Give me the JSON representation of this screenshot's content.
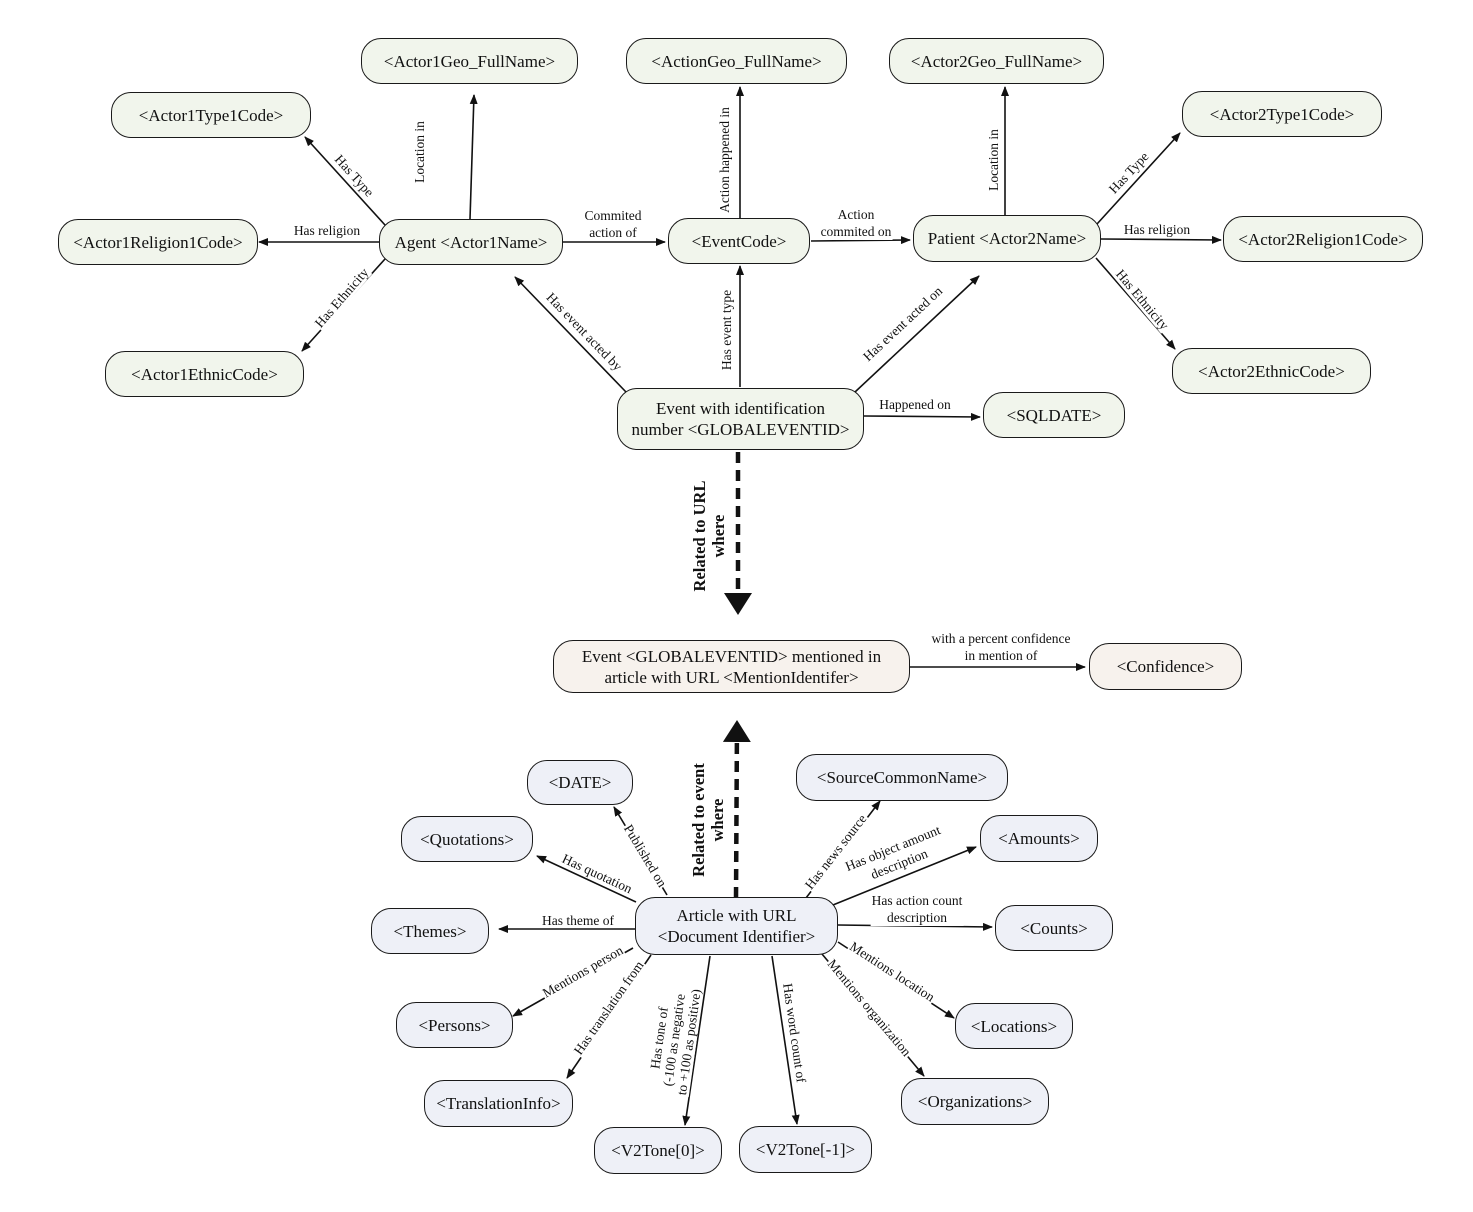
{
  "nodes": {
    "actor1geo": "<Actor1Geo_FullName>",
    "actiongeo": "<ActionGeo_FullName>",
    "actor2geo": "<Actor2Geo_FullName>",
    "actor1type": "<Actor1Type1Code>",
    "actor2type": "<Actor2Type1Code>",
    "actor1religion": "<Actor1Religion1Code>",
    "agent": "Agent <Actor1Name>",
    "eventcode": "<EventCode>",
    "patient": "Patient <Actor2Name>",
    "actor2religion": "<Actor2Religion1Code>",
    "actor1ethnic": "<Actor1EthnicCode>",
    "actor2ethnic": "<Actor2EthnicCode>",
    "event_line1": "Event with identification",
    "event_line2": "number <GLOBALEVENTID>",
    "sqldate": "<SQLDATE>",
    "mention_line1": "Event <GLOBALEVENTID> mentioned in",
    "mention_line2": "article with URL <MentionIdentifer>",
    "confidence": "<Confidence>",
    "date": "<DATE>",
    "sourcecommonname": "<SourceCommonName>",
    "quotations": "<Quotations>",
    "amounts": "<Amounts>",
    "article_line1": "Article with URL",
    "article_line2": "<Document Identifier>",
    "themes": "<Themes>",
    "counts": "<Counts>",
    "persons": "<Persons>",
    "locations": "<Locations>",
    "translationinfo": "<TranslationInfo>",
    "organizations": "<Organizations>",
    "v2tone0": "<V2Tone[0]>",
    "v2tone1": "<V2Tone[-1]>"
  },
  "edges": {
    "location_in_1": "Location in",
    "action_happened_in": "Action happened in",
    "location_in_2": "Location in",
    "has_type_1": "Has Type",
    "has_type_2": "Has Type",
    "has_religion_1": "Has religion",
    "has_religion_2": "Has religion",
    "has_ethnicity_1": "Has Ethnicity",
    "has_ethnicity_2": "Has Ethnicity",
    "commited_line1": "Commited",
    "commited_line2": "action of",
    "action_line1": "Action",
    "action_line2": "commited on",
    "has_event_acted_by": "Has event acted by",
    "has_event_type": "Has event type",
    "has_event_acted_on": "Has event acted on",
    "happened_on": "Happened on",
    "related_url_line1": "Related to URL",
    "related_url_line2": "where",
    "confidence_line1": "with a percent confidence",
    "confidence_line2": "in mention of",
    "related_event_line1": "Related to event",
    "related_event_line2": "where",
    "published_on": "Published on",
    "has_news_source": "Has news source",
    "has_quotation": "Has quotation",
    "object_line1": "Has object amount",
    "object_line2": "description",
    "has_theme_of": "Has theme of",
    "count_line1": "Has action count",
    "count_line2": "description",
    "mentions_person": "Mentions person",
    "mentions_location": "Mentions location",
    "has_translation_from": "Has translation from",
    "mentions_organization": "Mentions organization",
    "tone_line1": "Has tone of",
    "tone_line2": "(-100 as negative",
    "tone_line3": "to +100 as positive)",
    "has_word_count_of": "Has word count of"
  }
}
